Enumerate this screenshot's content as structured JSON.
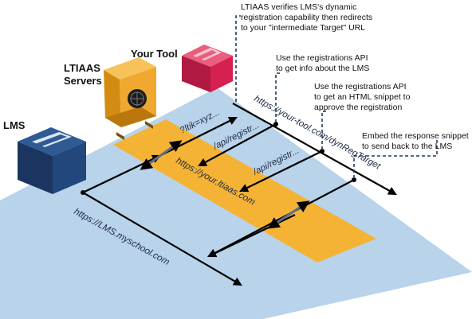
{
  "actors": {
    "lms": "LMS",
    "ltiaas_line1": "LTIAAS",
    "ltiaas_line2": "Servers",
    "tool": "Your Tool"
  },
  "urls": {
    "lms": "https://LMS.myschool.com",
    "ltiaas": "https://your.ltiaas.com",
    "tool": "https://your-tool.com/dynRegTarget"
  },
  "messages": {
    "m1": "?ltik=xyz...",
    "m2": "/api/registr...",
    "m3": "/api/registr..."
  },
  "annotations": {
    "a1_line1": "LTIAAS verifies LMS's dynamic",
    "a1_line2": "registration capability then redirects",
    "a1_line3": "to your \"intermediate Target\" URL",
    "a2_line1": "Use the registrations API",
    "a2_line2": "to get info about the LMS",
    "a3_line1": "Use the registrations API",
    "a3_line2": "to get an HTML snippet to",
    "a3_line3": "approve the registration",
    "a4_line1": "Embed the response snippet",
    "a4_line2": "to send back to the LMS"
  },
  "colors": {
    "plane": "#b8d3ea",
    "band": "#f5b335",
    "lms_box": "#1f3a66",
    "tool_box": "#d6204f",
    "server": "#f0a830"
  }
}
